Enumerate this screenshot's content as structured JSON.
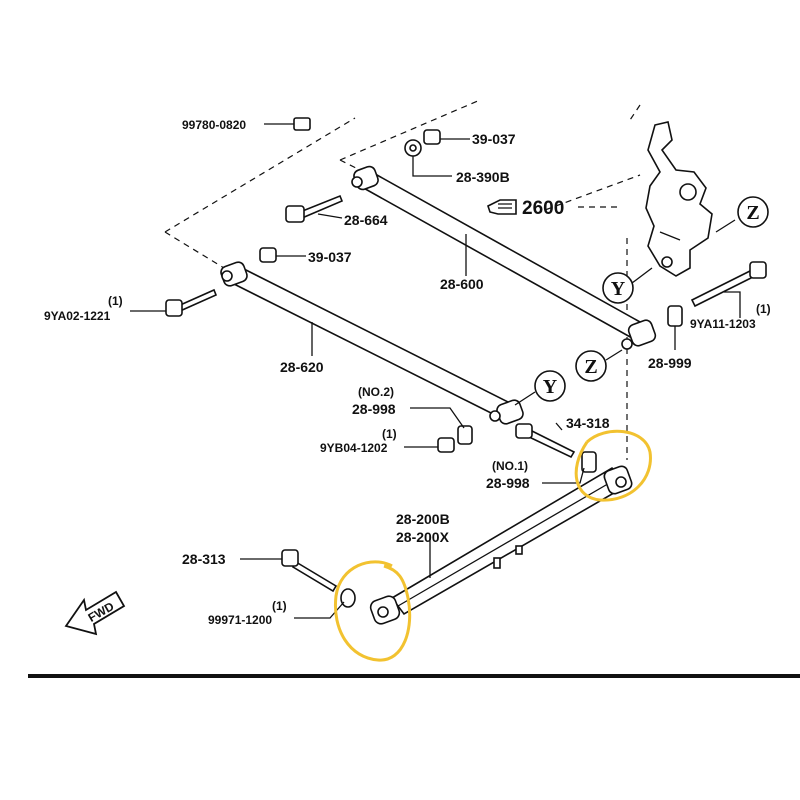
{
  "diagram": {
    "parts": [
      {
        "id": "p1",
        "code": "99780-0820",
        "qty": ""
      },
      {
        "id": "p2",
        "code": "39-037",
        "qty": ""
      },
      {
        "id": "p3",
        "code": "28-390B",
        "qty": ""
      },
      {
        "id": "p4",
        "code": "28-664",
        "qty": ""
      },
      {
        "id": "p5",
        "code": "2600",
        "qty": ""
      },
      {
        "id": "p6",
        "code": "39-037",
        "qty": ""
      },
      {
        "id": "p7",
        "code": "28-600",
        "qty": ""
      },
      {
        "id": "p8",
        "code": "9YA02-1221",
        "qty": "(1)"
      },
      {
        "id": "p9",
        "code": "9YA11-1203",
        "qty": "(1)"
      },
      {
        "id": "p10",
        "code": "28-999",
        "qty": ""
      },
      {
        "id": "p11",
        "code": "28-620",
        "qty": ""
      },
      {
        "id": "p12",
        "code": "28-998",
        "qty": "(NO.2)"
      },
      {
        "id": "p13",
        "code": "9YB04-1202",
        "qty": "(1)"
      },
      {
        "id": "p14",
        "code": "34-318",
        "qty": ""
      },
      {
        "id": "p15",
        "code": "28-998",
        "qty": "(NO.1)"
      },
      {
        "id": "p16",
        "code": "28-200B",
        "qty": ""
      },
      {
        "id": "p17",
        "code": "28-200X",
        "qty": ""
      },
      {
        "id": "p18",
        "code": "28-313",
        "qty": ""
      },
      {
        "id": "p19",
        "code": "99971-1200",
        "qty": "(1)"
      }
    ],
    "refs": {
      "Z1": "Z",
      "Y1": "Y",
      "Z2": "Z",
      "Y2": "Y"
    },
    "fwd_label": "FWD",
    "highlight_color": "#f2c230"
  }
}
